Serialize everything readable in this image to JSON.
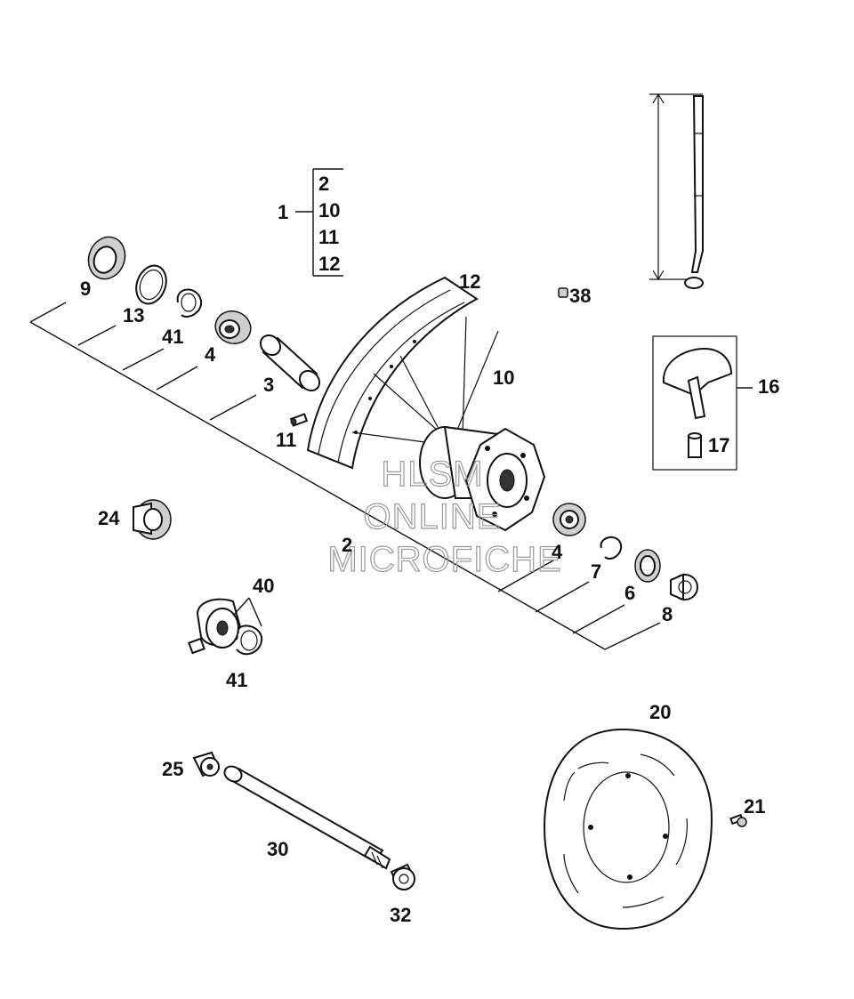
{
  "diagram": {
    "group_label": "1",
    "group_items": [
      "2",
      "10",
      "11",
      "12"
    ],
    "labels": {
      "p2": "2",
      "p3": "3",
      "p4a": "4",
      "p4b": "4",
      "p6": "6",
      "p7": "7",
      "p8": "8",
      "p9": "9",
      "p10": "10",
      "p11": "11",
      "p12": "12",
      "p13": "13",
      "p16": "16",
      "p17": "17",
      "p20": "20",
      "p21": "21",
      "p24": "24",
      "p25": "25",
      "p30": "30",
      "p32": "32",
      "p38": "38",
      "p40": "40",
      "p41a": "41",
      "p41b": "41"
    },
    "watermark": [
      "HLSM",
      "ONLINE",
      "MICROFICHE"
    ]
  }
}
